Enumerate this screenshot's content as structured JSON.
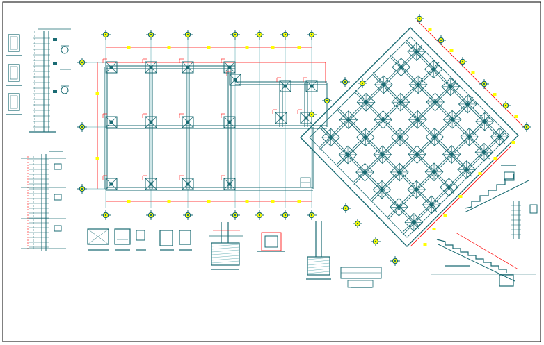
{
  "drawing": {
    "background": "#ffffff",
    "colors": {
      "border": "#000000",
      "grid_line": "#ff0000",
      "structure": "#1a6b73",
      "structure_light": "#3f9aa1",
      "bubble_ring": "#1a6b73",
      "bubble_fill": "#ffff00",
      "marker": "#ffff00",
      "dimension": "#ff0000",
      "label_bar": "#1a6b73"
    },
    "elements": {
      "rect_plan": "rectangular-foundation-plan",
      "rot_plan": "rotated-foundation-plan",
      "col_details": "column-section-details",
      "elevations": "column-elevation-details",
      "footings": "footing-details",
      "stairs": "stair-section-details"
    }
  }
}
